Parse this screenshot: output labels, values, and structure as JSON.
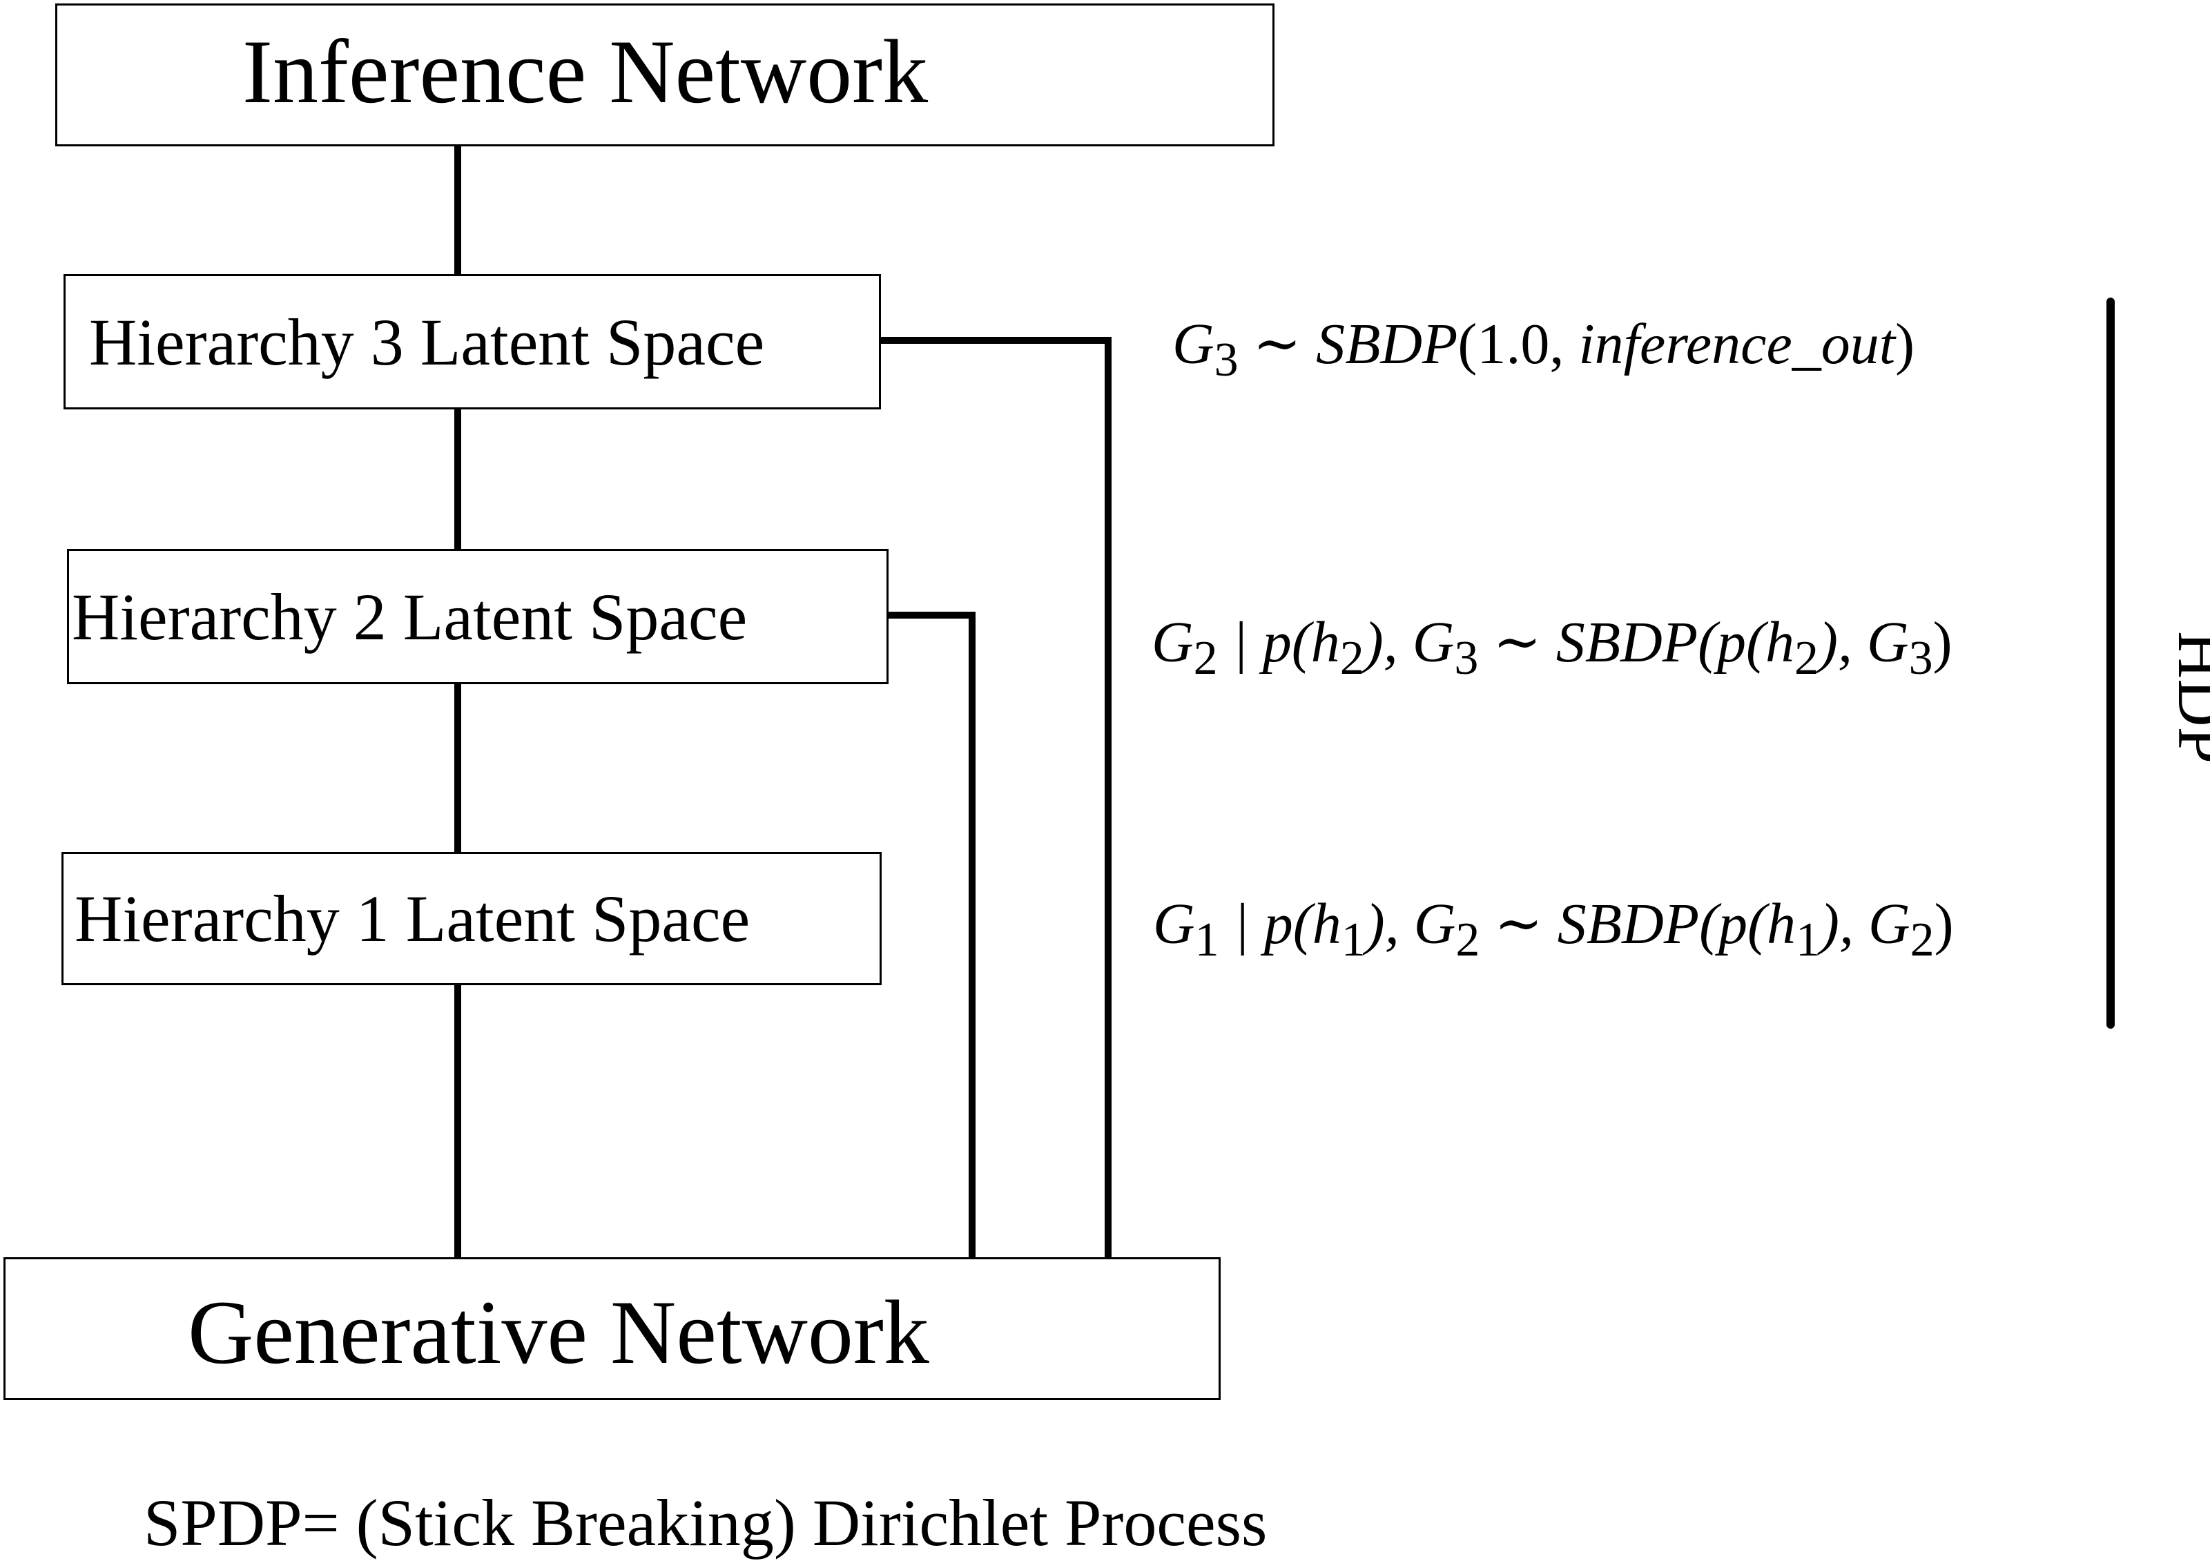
{
  "boxes": {
    "inference": "Inference Network",
    "h3": "Hierarchy 3 Latent Space",
    "h2": "Hierarchy 2 Latent Space",
    "h1": "Hierarchy 1 Latent Space",
    "generative": "Generative Network"
  },
  "formulas": {
    "g3": {
      "lhs": "G",
      "lhs_sub": "3",
      "rel": " ∼ ",
      "rhs": "SBDP",
      "args_open": "(",
      "arg1": "1.0",
      "sep": ", ",
      "arg2": "inference_out",
      "args_close": ")"
    },
    "g2": {
      "lhs": "G",
      "lhs_sub": "2",
      "cond": " | p(h",
      "cond_sub": "2",
      "cond_tail": "), G",
      "cond_g_sub": "3",
      "rel": " ∼ ",
      "rhs": "SBDP(p(h",
      "rhs_sub": "2",
      "rhs_mid": "), G",
      "rhs_g_sub": "3",
      "rhs_close": ")"
    },
    "g1": {
      "lhs": "G",
      "lhs_sub": "1",
      "cond": " | p(h",
      "cond_sub": "1",
      "cond_tail": "), G",
      "cond_g_sub": "2",
      "rel": " ∼ ",
      "rhs": "SBDP(p(h",
      "rhs_sub": "1",
      "rhs_mid": "), G",
      "rhs_g_sub": "2",
      "rhs_close": ")"
    }
  },
  "hdp_label": "HDP",
  "footnote": "SPDP= (Stick Breaking) Dirichlet Process"
}
